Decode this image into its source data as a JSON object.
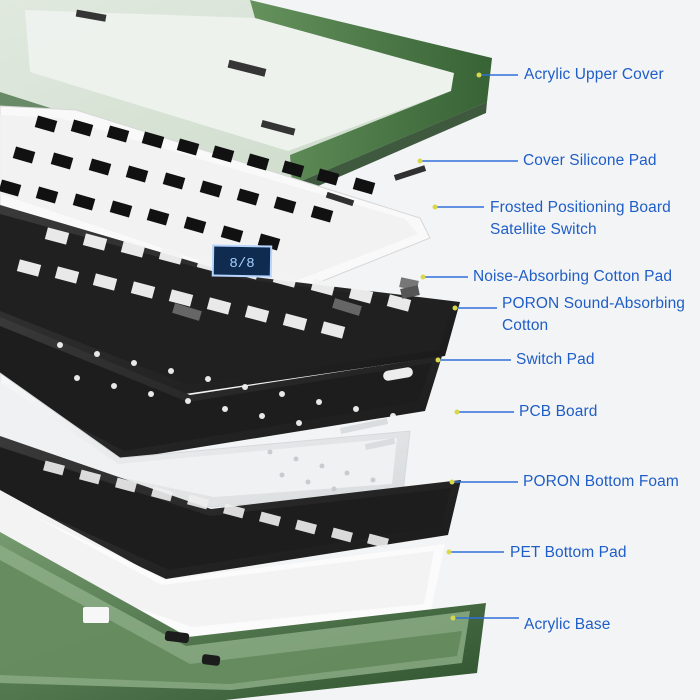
{
  "labels": {
    "acrylic_upper_cover": "Acrylic Upper Cover",
    "cover_silicone_pad": "Cover Silicone Pad",
    "frosted_positioning_board": "Frosted Positioning Board",
    "satellite_switch": "Satellite Switch",
    "noise_absorbing_cotton_pad": "Noise-Absorbing Cotton Pad",
    "poron_sound_absorbing_line1": "PORON Sound-Absorbing",
    "poron_sound_absorbing_line2": "Cotton",
    "switch_pad": "Switch Pad",
    "pcb_board": "PCB Board",
    "poron_bottom_foam": "PORON Bottom Foam",
    "pet_bottom_pad": "PET Bottom Pad",
    "acrylic_base": "Acrylic Base"
  },
  "screen_text": "8/8",
  "colors": {
    "label_blue": "#1f5ec8",
    "acrylic_green": "#3d6b3a",
    "black_foam": "#2b2b2b",
    "white_board": "#f7f7f7",
    "leader_line": "#2f6fd8"
  }
}
